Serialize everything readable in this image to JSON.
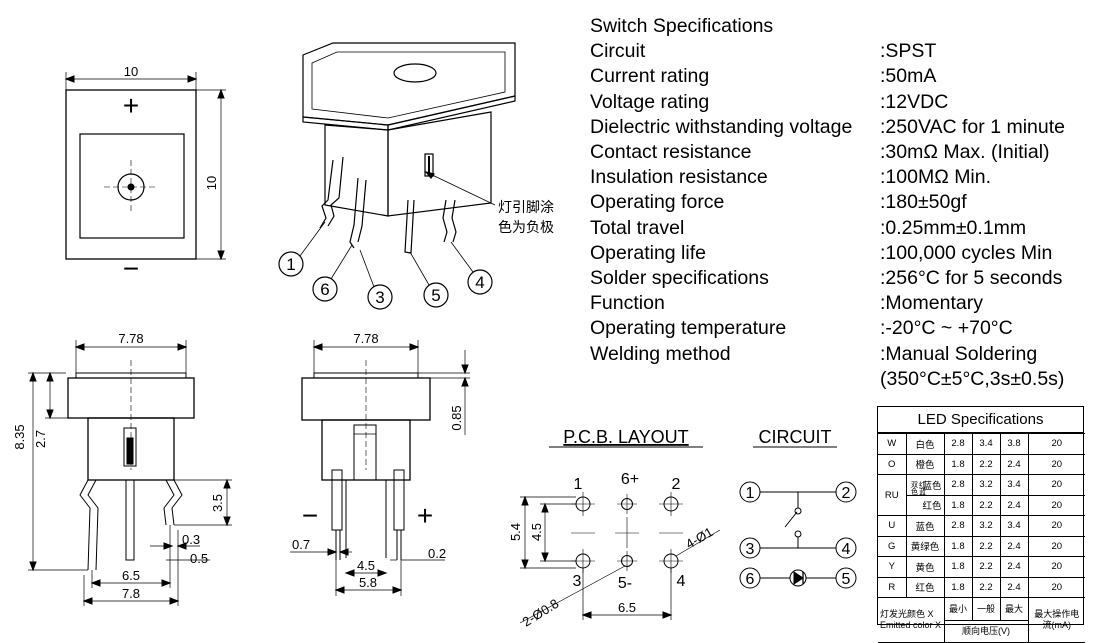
{
  "specs": {
    "title": "Switch Specifications",
    "rows": [
      {
        "k": "Circuit",
        "v": ":SPST"
      },
      {
        "k": "Current rating",
        "v": ":50mA"
      },
      {
        "k": "Voltage rating",
        "v": ":12VDC"
      },
      {
        "k": "Dielectric withstanding voltage",
        "v": ":250VAC for 1 minute"
      },
      {
        "k": "Contact resistance",
        "v": ":30mΩ  Max. (Initial)"
      },
      {
        "k": "Insulation resistance",
        "v": ":100MΩ  Min."
      },
      {
        "k": "Operating force",
        "v": ":180±50gf"
      },
      {
        "k": "Total travel",
        "v": ":0.25mm±0.1mm"
      },
      {
        "k": "Operating life",
        "v": ":100,000 cycles Min"
      },
      {
        "k": "Solder specifications",
        "v": ":256°C for 5 seconds"
      },
      {
        "k": "Function",
        "v": ":Momentary"
      },
      {
        "k": "Operating temperature",
        "v": ":-20°C ~ +70°C"
      },
      {
        "k": "Welding method",
        "v": ":Manual Soldering"
      },
      {
        "k": "",
        "v": "(350°C±5°C,3s±0.5s)"
      }
    ]
  },
  "front_view": {
    "width": "10",
    "height": "10",
    "plus": "+",
    "minus": "−"
  },
  "iso_view": {
    "note_line1": "灯引脚涂",
    "note_line2": "色为负极",
    "pins": [
      "1",
      "6",
      "3",
      "5",
      "4"
    ]
  },
  "side_view_1": {
    "top": "7.78",
    "h_total": "8.35",
    "h_cap": "2.7",
    "pin_len": "3.5",
    "d03": "0.3",
    "d05": "0.5",
    "w65": "6.5",
    "w78": "7.8"
  },
  "side_view_2": {
    "top": "7.78",
    "cap": "0.85",
    "d07": "0.7",
    "d02": "0.2",
    "w45": "4.5",
    "w58": "5.8",
    "plus": "+",
    "minus": "−"
  },
  "pcb": {
    "title": "P.C.B. LAYOUT",
    "labels": [
      "1",
      "6+",
      "2",
      "3",
      "5-",
      "4"
    ],
    "d54": "5.4",
    "d45": "4.5",
    "d65": "6.5",
    "hole4": "4-Ø1",
    "hole2": "2-Ø0.8"
  },
  "circuit": {
    "title": "CIRCUIT",
    "nodes": [
      "1",
      "2",
      "3",
      "4",
      "6",
      "5"
    ]
  },
  "led": {
    "title": "LED Specifications",
    "rows": [
      {
        "code": "W",
        "color": "白色",
        "min": "2.8",
        "typ": "3.4",
        "max": "3.8",
        "ma": "20"
      },
      {
        "code": "O",
        "color": "橙色",
        "min": "1.8",
        "typ": "2.2",
        "max": "2.4",
        "ma": "20"
      },
      {
        "code": "RU",
        "sub": "红蓝双色",
        "color": "蓝色",
        "min": "2.8",
        "typ": "3.2",
        "max": "3.4",
        "ma": "20"
      },
      {
        "code": "",
        "color": "红色",
        "min": "1.8",
        "typ": "2.2",
        "max": "2.4",
        "ma": "20"
      },
      {
        "code": "U",
        "color": "蓝色",
        "min": "2.8",
        "typ": "3.2",
        "max": "3.4",
        "ma": "20"
      },
      {
        "code": "G",
        "color": "黄绿色",
        "min": "1.8",
        "typ": "2.2",
        "max": "2.4",
        "ma": "20"
      },
      {
        "code": "Y",
        "color": "黄色",
        "min": "1.8",
        "typ": "2.2",
        "max": "2.4",
        "ma": "20"
      },
      {
        "code": "R",
        "color": "红色",
        "min": "1.8",
        "typ": "2.2",
        "max": "2.4",
        "ma": "20"
      }
    ],
    "foot_cn": "灯发光颜色",
    "foot_en": "Emitted color",
    "foot_x": "X",
    "foot_min": "最小",
    "foot_typ": "一般",
    "foot_max": "最大",
    "foot_v": "顺向电压(V)",
    "foot_ma": "最大操作电流(mA)"
  }
}
